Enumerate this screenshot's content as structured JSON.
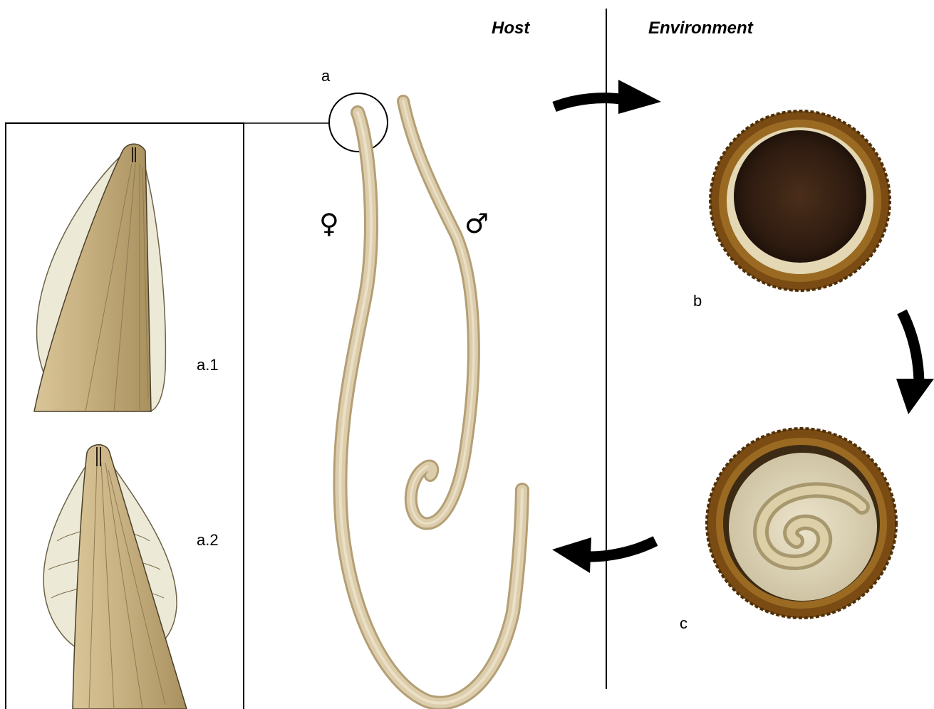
{
  "headers": {
    "host": "Host",
    "environment": "Environment"
  },
  "labels": {
    "a": "a",
    "a1": "a.1",
    "a2": "a.2",
    "b": "b",
    "c": "c",
    "female_symbol": "♀",
    "male_symbol": "♂"
  },
  "icons": {
    "arrow_top": "curved-arrow-right-icon",
    "arrow_side": "curved-arrow-down-icon",
    "arrow_bottom": "curved-arrow-left-icon"
  },
  "colors": {
    "worm_body": "#d8c8a2",
    "worm_shade": "#b9a57c",
    "egg_shell": "#8a5a1c",
    "egg_shell_dark": "#5e3a10",
    "egg_content_b": "#3a2414",
    "egg_content_c": "#e4dcc2",
    "ala": "#ecead8"
  }
}
